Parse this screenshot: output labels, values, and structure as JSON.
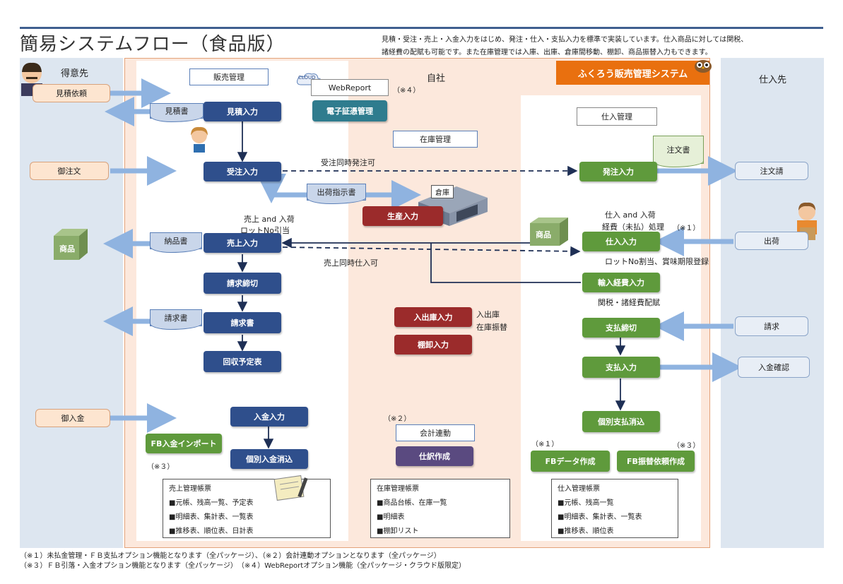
{
  "title": "簡易システムフロー（食品版）",
  "description": [
    "見積・受注・売上・入金入力をはじめ、発注・仕入・支払入力を標準で実装しています。仕入商品に対しては関税、",
    "諸経費の配賦も可能です。また在庫管理では入庫、出庫、倉庫間移動、棚卸、商品振替入力もできます。"
  ],
  "lanes": {
    "customer": "得意先",
    "company": "自社",
    "supplier": "仕入先",
    "brand": "ふくろう販売管理システム"
  },
  "sections": {
    "sales": "販売管理",
    "inventory": "在庫管理",
    "purchase": "仕入管理",
    "accounting": "会計連動",
    "accounting_note": "（※２）"
  },
  "cloud": {
    "badge": "CLOUD",
    "label": "WebReport",
    "note": "（※４）"
  },
  "customer_items": {
    "estimate_request": "見積依頼",
    "order": "御注文",
    "payment": "御入金",
    "goods": "商品"
  },
  "supplier_items": {
    "order_ack": "注文請",
    "shipment": "出荷",
    "invoice": "請求",
    "payment_confirm": "入金確認",
    "goods": "商品"
  },
  "documents": {
    "estimate": "見積書",
    "shipping_instruction": "出荷指示書",
    "delivery_note": "納品書",
    "invoice": "請求書",
    "purchase_order": "注文書"
  },
  "sales_boxes": {
    "estimate_entry": "見積入力",
    "order_entry": "受注入力",
    "sales_entry": "売上入力",
    "billing_close": "請求締切",
    "invoice": "請求書",
    "collection_schedule": "回収予定表",
    "receipt_entry": "入金入力",
    "receipt_clear": "個別入金消込",
    "fb_import": "FB入金インポート",
    "fb_import_note": "（※３）",
    "e_voucher": "電子証憑管理"
  },
  "inventory_boxes": {
    "production": "生産入力",
    "warehouse": "倉庫",
    "in_out": "入出庫入力",
    "in_out_note1": "入出庫",
    "in_out_note2": "在庫振替",
    "stocktake": "棚卸入力",
    "journal": "仕訳作成"
  },
  "purchase_boxes": {
    "order_entry": "発注入力",
    "purchase_entry": "仕入入力",
    "import_cost": "輸入経費入力",
    "payment_close": "支払締切",
    "payment_entry": "支払入力",
    "payment_clear": "個別支払消込",
    "fb_data": "FBデータ作成",
    "fb_data_note": "（※１）",
    "fb_transfer": "FB振替依頼作成",
    "fb_transfer_note": "（※３）"
  },
  "flow_labels": {
    "order_purchase": "受注同時発注可",
    "sales_lot1": "売上 and 入荷",
    "sales_lot2": "ロットNo引当",
    "sales_purchase": "売上同時仕入可",
    "purchase_cost1": "仕入 and 入荷",
    "purchase_cost2": "経費（未払）処理",
    "purchase_cost_note": "（※１）",
    "lot_expiry": "ロットNo割当、賞味期限登録",
    "tariff": "関税・諸経費配賦"
  },
  "ledgers": {
    "sales": {
      "title": "売上管理帳票",
      "items": [
        "■元帳、残高一覧、予定表",
        "■明細表、集計表、一覧表",
        "■推移表、順位表、日計表"
      ]
    },
    "inventory": {
      "title": "在庫管理帳票",
      "items": [
        "■商品台帳、在庫一覧",
        "■明細表",
        "■棚卸リスト"
      ]
    },
    "purchase": {
      "title": "仕入管理帳票",
      "items": [
        "■元帳、残高一覧",
        "■明細表、集計表、一覧表",
        "■推移表、順位表"
      ]
    }
  },
  "footnotes": [
    "（※１）未払金管理・ＦＢ支払オプション機能となります（全パッケージ）、（※２）会計連動オプションとなります（全パッケージ）",
    "（※３）ＦＢ引落・入金オプション機能となります（全パッケージ）　（※４）WebReportオプション機能（全パッケージ・クラウド版限定）"
  ],
  "colors": {
    "sales": "#2f4f8c",
    "purchase": "#5f9a3c",
    "inventory": "#9b2b2b",
    "brand": "#e9700f",
    "lane": "#dde6f0"
  }
}
